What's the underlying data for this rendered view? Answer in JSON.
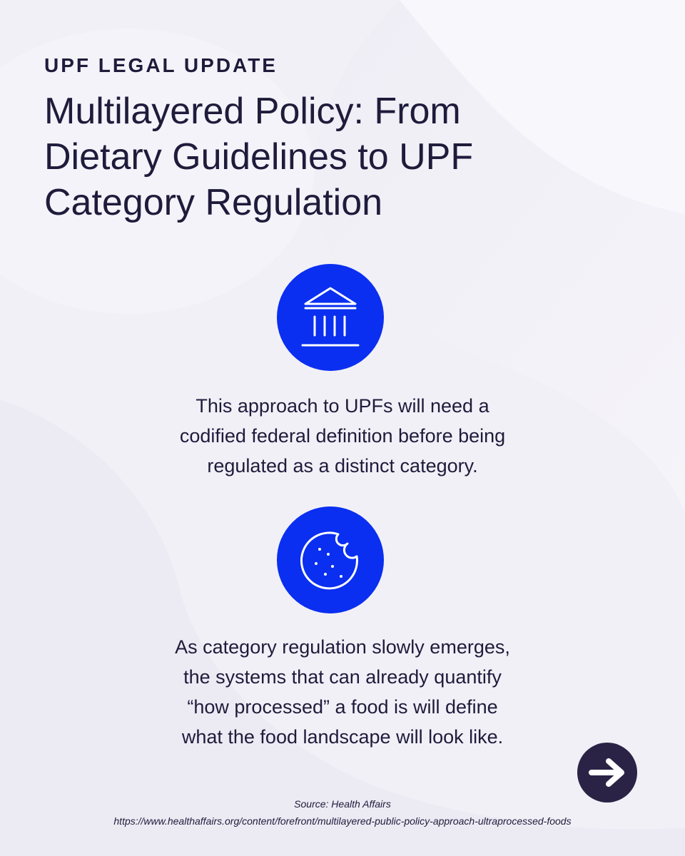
{
  "header": {
    "eyebrow": "UPF LEGAL UPDATE",
    "title_lines": [
      "Multilayered Policy: From",
      "Dietary Guidelines to UPF",
      "Category Regulation"
    ]
  },
  "sections": [
    {
      "icon": "government-building-icon",
      "lines": [
        "This approach to UPFs will need a",
        "codified federal definition before being",
        "regulated as a distinct category."
      ]
    },
    {
      "icon": "cookie-icon",
      "lines": [
        "As category regulation slowly emerges,",
        "the systems that can already quantify",
        "“how processed” a food is will define",
        "what the food landscape will look like."
      ]
    }
  ],
  "navigation": {
    "next_icon": "arrow-right-icon"
  },
  "source": {
    "label": "Source: Health Affairs",
    "url": "https://www.healthaffairs.org/content/forefront/multilayered-public-policy-approach-ultraprocessed-foods"
  },
  "colors": {
    "accent": "#0a2ff0",
    "text": "#1f1b3b",
    "button": "#2b2346",
    "background": "#f3f2f8"
  }
}
